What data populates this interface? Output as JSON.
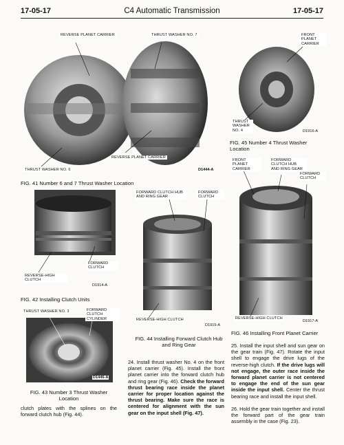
{
  "header": {
    "page_left": "17-05-17",
    "title": "C4 Automatic Transmission",
    "page_right": "17-05-17"
  },
  "fig41": {
    "label_reverse_planet_carrier_top": "REVERSE PLANET CARRIER",
    "label_thrust_washer_7": "THRUST WASHER NO. 7",
    "label_reverse_planet_carrier_mid": "REVERSE PLANET CARRIER",
    "label_thrust_washer_6": "THRUST WASHER NO. 6",
    "code": "D1444-A",
    "caption": "FIG. 41 Number 6 and 7 Thrust Washer Location"
  },
  "fig45": {
    "label_front_planet_carrier": "FRONT PLANET CARRIER",
    "label_thrust_washer_4": "THRUST WASHER NO. 4",
    "code": "D1916-A",
    "caption": "FIG. 45 Number 4 Thrust Washer Location"
  },
  "fig42": {
    "label_forward_clutch": "FORWARD CLUTCH",
    "label_reverse_high_clutch": "REVERSE-HIGH CLUTCH",
    "code": "D1914-A",
    "caption": "FIG. 42 Installing Clutch Units"
  },
  "fig44": {
    "label_hub_ring_gear": "FORWARD CLUTCH HUB AND RING GEAR",
    "label_forward_clutch": "FORWARD CLUTCH",
    "label_reverse_high_clutch": "REVERSE-HIGH CLUTCH",
    "code": "D1915-A",
    "caption": "FIG. 44 Installing Forward Clutch Hub and Ring Gear"
  },
  "fig46": {
    "label_front_planet_carrier": "FRONT PLANET CARRIER",
    "label_hub_ring_gear": "FORWARD CLUTCH HUB AND RING GEAR",
    "label_forward_clutch": "FORWARD CLUTCH",
    "label_reverse_high_clutch": "REVERSE-HIGH CLUTCH",
    "code": "D1917-A",
    "caption": "FIG. 46 Installing Front Planet Carrier"
  },
  "fig43": {
    "label_thrust_washer_3": "THRUST WASHER NO. 3",
    "label_forward_clutch_cylinder": "FORWARD CLUTCH CYLINDER",
    "code": "D1446-A",
    "caption": "FIG. 43 Number 3 Thrust Washer Location"
  },
  "text": {
    "col1": "clutch plates with the splines on the forward clutch hub (Fig. 44).",
    "p24_a": "24. Install thrust washer No. 4 on the front planet carrier (Fig. 45). Install the front planet carrier into the forward clutch hub and ring gear (Fig. 46). ",
    "p24_b": "Check the forward thrust bearing race inside the planet carrier for proper location against the thrust bearing. Make sure the race is centered for alignment with the sun gear on the input shell (Fig. 47).",
    "p25_a": "25. Install the input shell and sun gear on the gear train (Fig. 47). Rotate the input shell to engage the drive lugs of the reverse-high clutch. ",
    "p25_b": "If the drive lugs will not engage, the outer race inside the forward planet carrier is not centered to engage the end of the sun gear inside the input shell.",
    "p25_c": " Center the thrust bearing race and install the input shell.",
    "p26": "26. Hold the gear train together and install the forward part of the gear train assembly in the case (Fig. 23)."
  }
}
